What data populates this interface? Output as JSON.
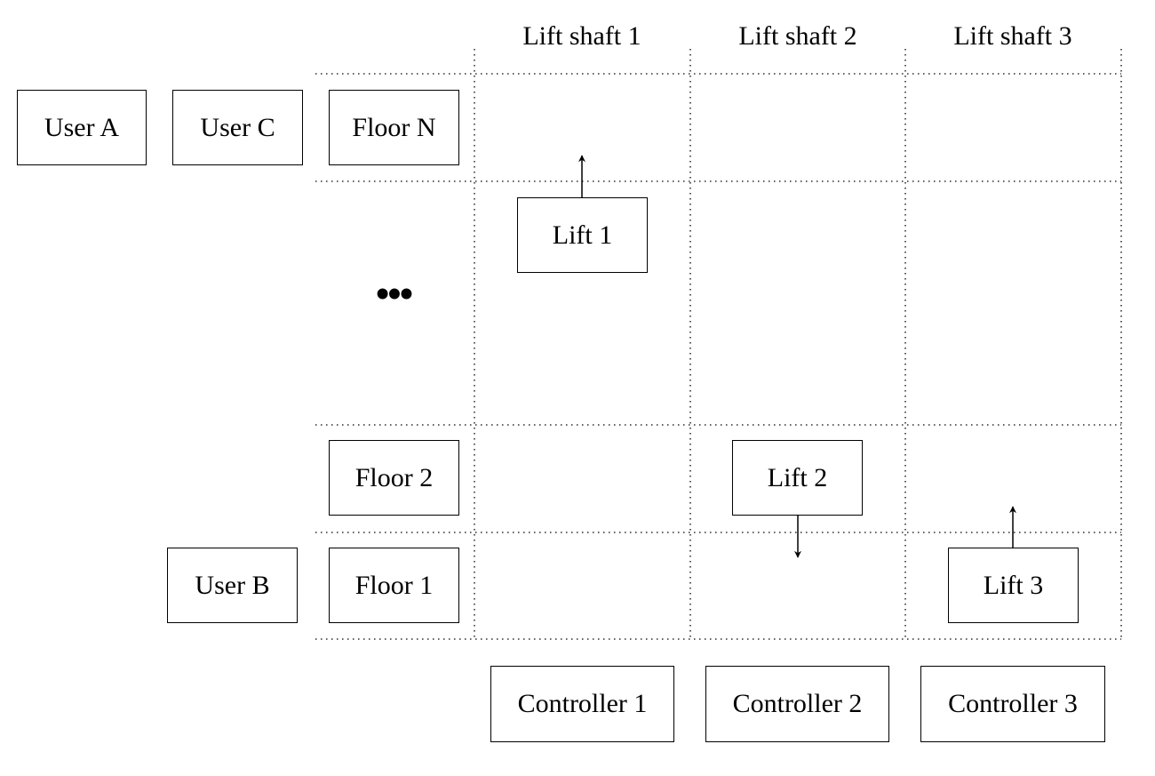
{
  "shaft_headers": [
    "Lift shaft 1",
    "Lift shaft 2",
    "Lift shaft 3"
  ],
  "users": {
    "user_a": "User A",
    "user_b": "User B",
    "user_c": "User C"
  },
  "floors": {
    "floor_n": "Floor N",
    "floor_2": "Floor 2",
    "floor_1": "Floor 1",
    "ellipsis": "•••"
  },
  "lifts": [
    {
      "label": "Lift 1",
      "direction": "up"
    },
    {
      "label": "Lift 2",
      "direction": "down"
    },
    {
      "label": "Lift 3",
      "direction": "up"
    }
  ],
  "controllers": [
    "Controller 1",
    "Controller 2",
    "Controller 3"
  ],
  "grid_line_style": "dotted"
}
